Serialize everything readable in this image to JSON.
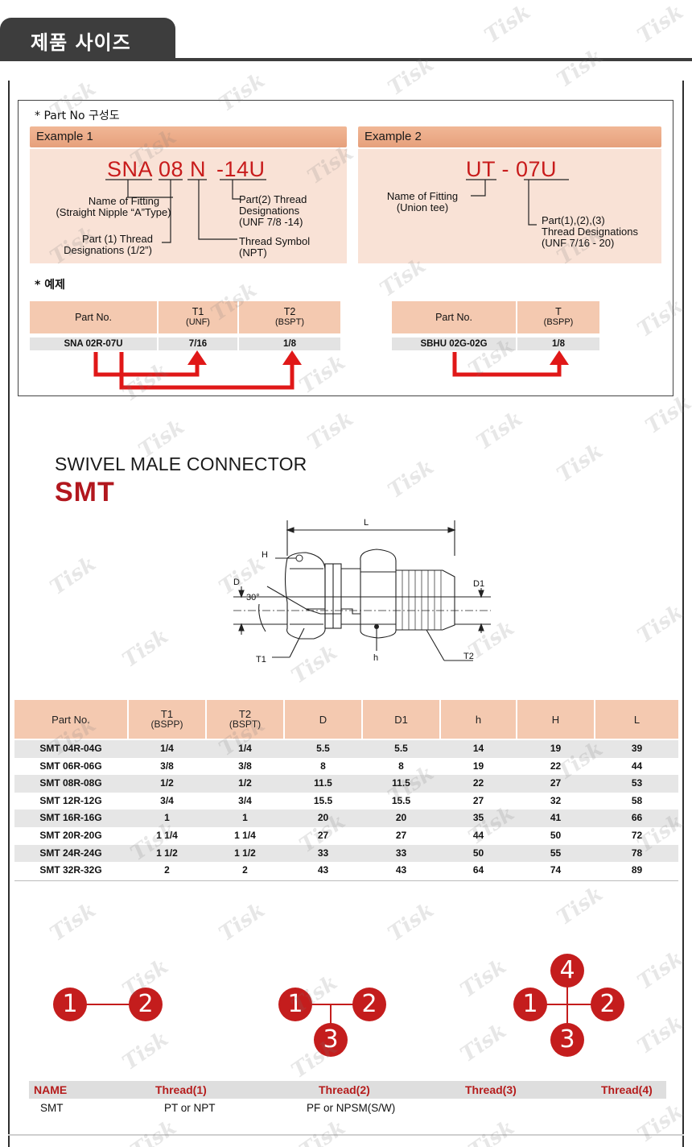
{
  "header": {
    "title": "제품 사이즈"
  },
  "part_no": {
    "heading": "* Part No 구성도",
    "example1": {
      "label": "Example 1",
      "code": [
        "SNA",
        "08",
        "N",
        "-14U"
      ],
      "desc_fitting_1": "Name of Fitting",
      "desc_fitting_2": "(Straight Nipple “A”Type)",
      "desc_part1_1": "Part (1) Thread",
      "desc_part1_2": "Designations (1/2”)",
      "desc_symbol_1": "Thread Symbol",
      "desc_symbol_2": "(NPT)",
      "desc_part2_1": "Part(2) Thread",
      "desc_part2_2": "Designations",
      "desc_part2_3": "(UNF 7/8 -14)"
    },
    "example2": {
      "label": "Example 2",
      "code": "UT - 07U",
      "desc_fitting_1": "Name of Fitting",
      "desc_fitting_2": "(Union tee)",
      "desc_part_1": "Part(1),(2),(3)",
      "desc_part_2": "Thread Designations",
      "desc_part_3": "(UNF 7/16 - 20)"
    },
    "sub_heading": "* 예제",
    "table1": {
      "headers": [
        "Part No.",
        "T1",
        "(UNF)",
        "T2",
        "(BSPT)"
      ],
      "row": [
        "SNA 02R-07U",
        "7/16",
        "1/8"
      ]
    },
    "table2": {
      "headers": [
        "Part No.",
        "T",
        "(BSPP)"
      ],
      "row": [
        "SBHU 02G-02G",
        "1/8"
      ]
    }
  },
  "product": {
    "subtitle": "SWIVEL MALE CONNECTOR",
    "name": "SMT",
    "diagram_labels": {
      "L": "L",
      "H": "H",
      "D": "D",
      "D1": "D1",
      "angle": "30°",
      "T1": "T1",
      "h": "h",
      "T2": "T2"
    }
  },
  "table": {
    "headers": [
      "Part No.",
      "T1",
      "(BSPP)",
      "T2",
      "(BSPT)",
      "D",
      "D1",
      "h",
      "H",
      "L"
    ],
    "rows": [
      [
        "SMT 04R-04G",
        "1/4",
        "1/4",
        "5.5",
        "5.5",
        "14",
        "19",
        "39"
      ],
      [
        "SMT 06R-06G",
        "3/8",
        "3/8",
        "8",
        "8",
        "19",
        "22",
        "44"
      ],
      [
        "SMT 08R-08G",
        "1/2",
        "1/2",
        "11.5",
        "11.5",
        "22",
        "27",
        "53"
      ],
      [
        "SMT 12R-12G",
        "3/4",
        "3/4",
        "15.5",
        "15.5",
        "27",
        "32",
        "58"
      ],
      [
        "SMT 16R-16G",
        "1",
        "1",
        "20",
        "20",
        "35",
        "41",
        "66"
      ],
      [
        "SMT 20R-20G",
        "1 1/4",
        "1 1/4",
        "27",
        "27",
        "44",
        "50",
        "72"
      ],
      [
        "SMT 24R-24G",
        "1 1/2",
        "1 1/2",
        "33",
        "33",
        "50",
        "55",
        "78"
      ],
      [
        "SMT 32R-32G",
        "2",
        "2",
        "43",
        "43",
        "64",
        "74",
        "89"
      ]
    ]
  },
  "ports": {
    "labels": [
      "1",
      "2",
      "3",
      "4"
    ],
    "color": "#c41d1d"
  },
  "threads": {
    "headers": [
      "NAME",
      "Thread(1)",
      "Thread(2)",
      "Thread(3)",
      "Thread(4)"
    ],
    "values": [
      "SMT",
      "PT or NPT",
      "PF or NPSM(S/W)"
    ]
  },
  "watermark": "Tisk"
}
